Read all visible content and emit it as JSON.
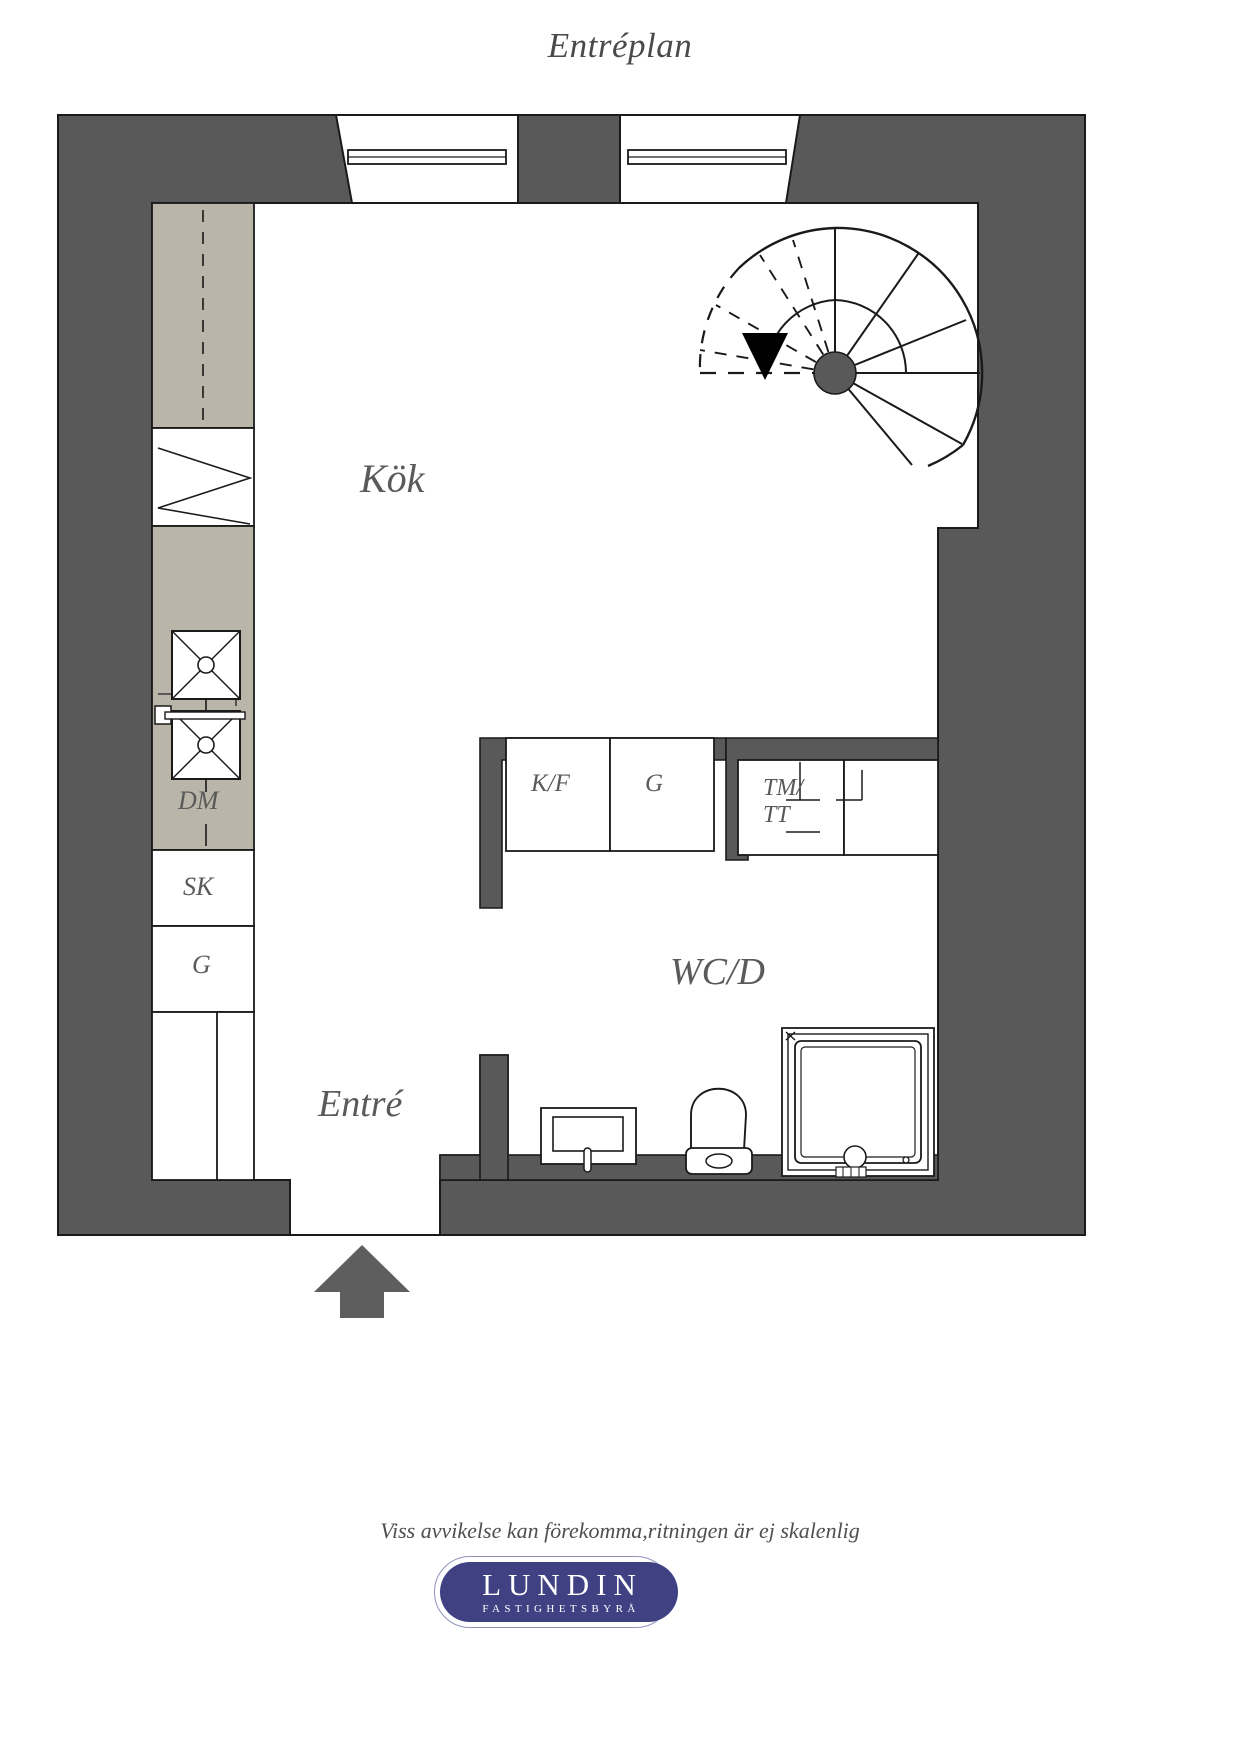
{
  "page": {
    "title": "Entréplan",
    "disclaimer": "Viss avvikelse kan förekomma,ritningen är ej skalenlig"
  },
  "logo": {
    "name": "LUNDIN",
    "tagline": "FASTIGHETSBYRÅ",
    "pill_color": "#3f4183",
    "outline_color": "#8e93bb",
    "text_color": "#ffffff"
  },
  "colors": {
    "wall": "#595959",
    "cabinet_fill": "#b9b5a8",
    "room_fill": "#ffffff",
    "line": "#1a1a1a",
    "label": "#5a5a5a",
    "stair_hub": "#595959",
    "arrow": "#5e5e5e"
  },
  "rooms": [
    {
      "key": "kok",
      "label": "Kök"
    },
    {
      "key": "entre",
      "label": "Entré"
    },
    {
      "key": "wcd",
      "label": "WC/D"
    }
  ],
  "fixtures": [
    {
      "key": "dm",
      "label": "DM",
      "meaning": "dishwasher"
    },
    {
      "key": "sk",
      "label": "SK",
      "meaning": "cabinet"
    },
    {
      "key": "g1",
      "label": "G",
      "meaning": "stove"
    },
    {
      "key": "kf",
      "label": "K/F",
      "meaning": "fridge-freezer"
    },
    {
      "key": "g2",
      "label": "G",
      "meaning": "stove"
    },
    {
      "key": "tm",
      "label": "TM/",
      "label2": "TT",
      "meaning": "washer-dryer"
    }
  ],
  "features": {
    "staircase": "spiral-staircase",
    "entrance_arrow": "entrance-direction-arrow",
    "windows": 2,
    "shower": "shower-cabin",
    "toilet": "toilet",
    "sink": "wash-basin"
  }
}
